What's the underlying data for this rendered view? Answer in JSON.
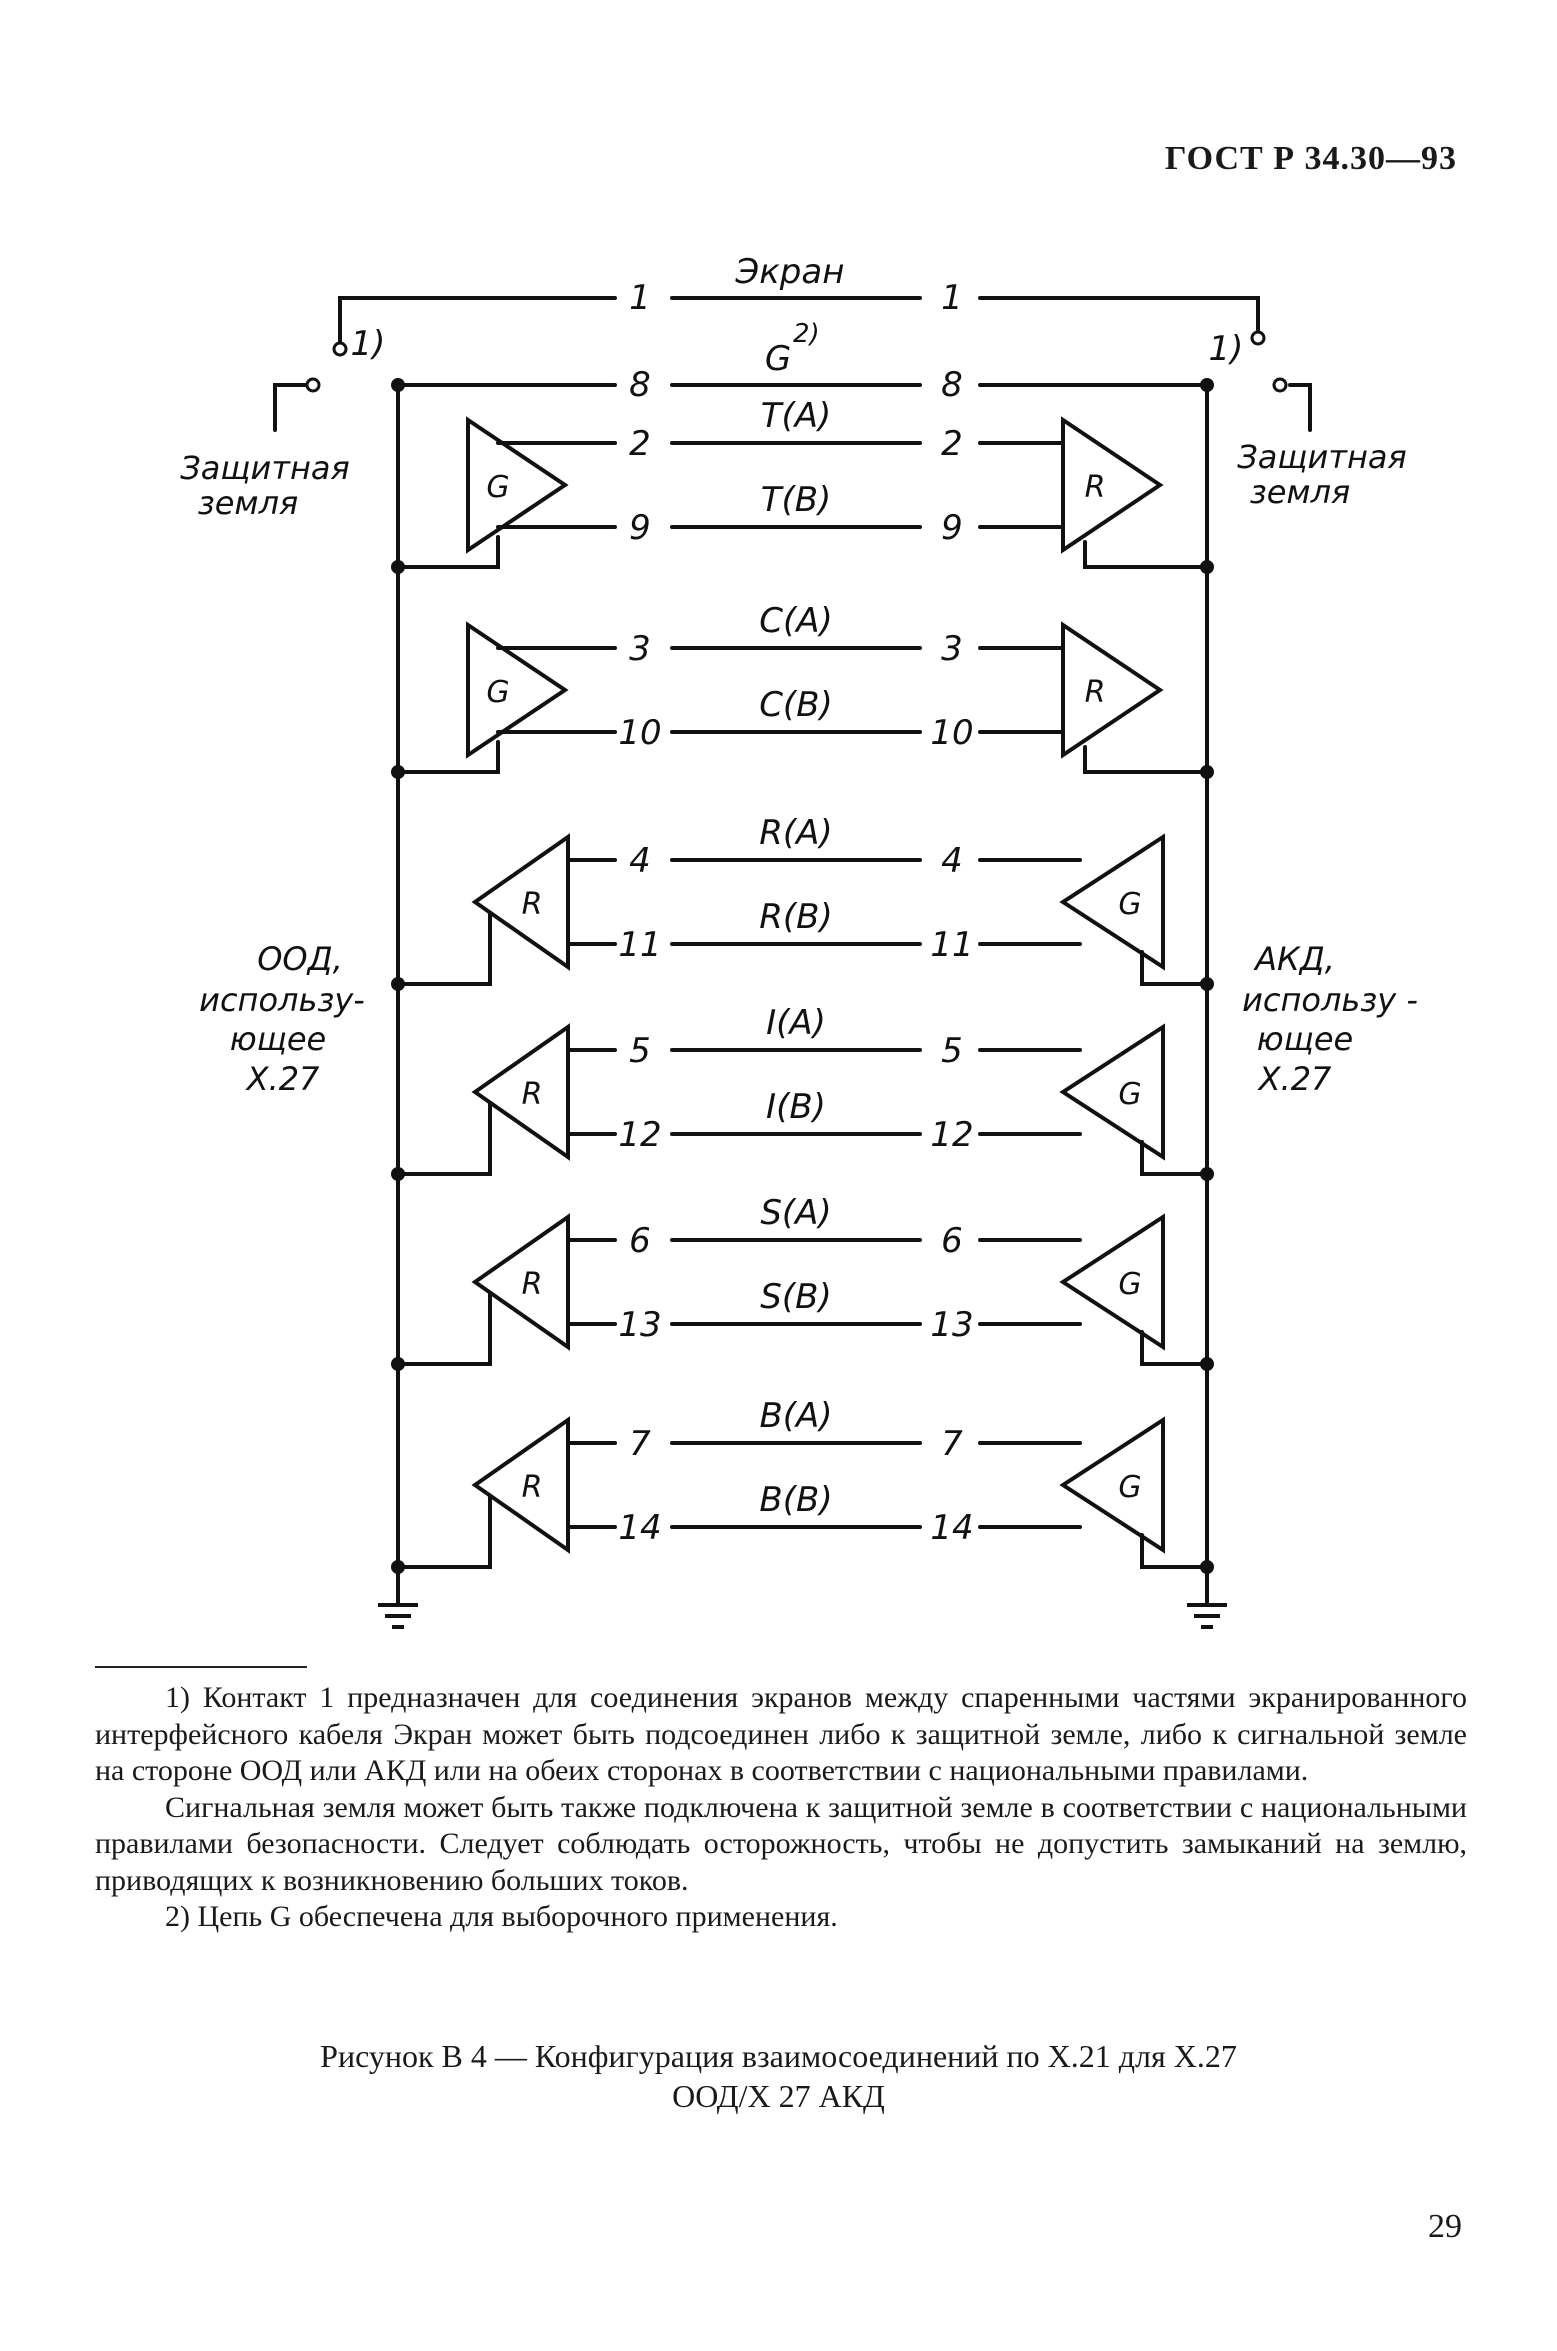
{
  "header": {
    "standard": "ГОСТ Р 34.30—93"
  },
  "diagram": {
    "shield_label": "Экран",
    "g_label": "G",
    "g_footnote_mark": "2)",
    "footnote_mark_1": "1)",
    "left_ground_label": [
      "Защитная",
      "земля"
    ],
    "right_ground_label": [
      "Защитная",
      "земля"
    ],
    "left_device_label": [
      "ООД,",
      "использу-",
      "ющее",
      "X.27"
    ],
    "right_device_label": [
      "АКД,",
      "использу -",
      "ющее",
      "X.27"
    ],
    "shield_pin": "1",
    "ground_pin": "8",
    "circuits": [
      {
        "a_label": "T(A)",
        "b_label": "T(B)",
        "pin_a": "2",
        "pin_b": "9",
        "left_device": "G",
        "right_device": "R"
      },
      {
        "a_label": "C(A)",
        "b_label": "C(B)",
        "pin_a": "3",
        "pin_b": "10",
        "left_device": "G",
        "right_device": "R"
      },
      {
        "a_label": "R(A)",
        "b_label": "R(B)",
        "pin_a": "4",
        "pin_b": "11",
        "left_device": "R",
        "right_device": "G"
      },
      {
        "a_label": "I(A)",
        "b_label": "I(B)",
        "pin_a": "5",
        "pin_b": "12",
        "left_device": "R",
        "right_device": "G"
      },
      {
        "a_label": "S(A)",
        "b_label": "S(B)",
        "pin_a": "6",
        "pin_b": "13",
        "left_device": "R",
        "right_device": "G"
      },
      {
        "a_label": "B(A)",
        "b_label": "B(B)",
        "pin_a": "7",
        "pin_b": "14",
        "left_device": "R",
        "right_device": "G"
      }
    ]
  },
  "footnotes": {
    "note1": "1) Контакт 1 предназначен для соединения экранов между спаренными частями экранированного интерфейсного кабеля Экран может быть подсоединен либо к защитной земле, либо к сигнальной земле на стороне ООД или АКД или на обеих сторонах в соответствии с национальными правилами.",
    "note1_cont": "Сигнальная земля может быть также подключена к защитной земле в соответствии с национальными правилами безопасности. Следует соблюдать осторожность, чтобы не допустить замыканий на землю, приводящих к возникновению больших токов.",
    "note2": "2) Цепь G обеспечена для выборочного применения."
  },
  "caption": {
    "line1": "Рисунок В 4 — Конфигурация взаимосоединений по X.21 для X.27",
    "line2": "ООД/X 27 АКД"
  },
  "page_number": "29"
}
